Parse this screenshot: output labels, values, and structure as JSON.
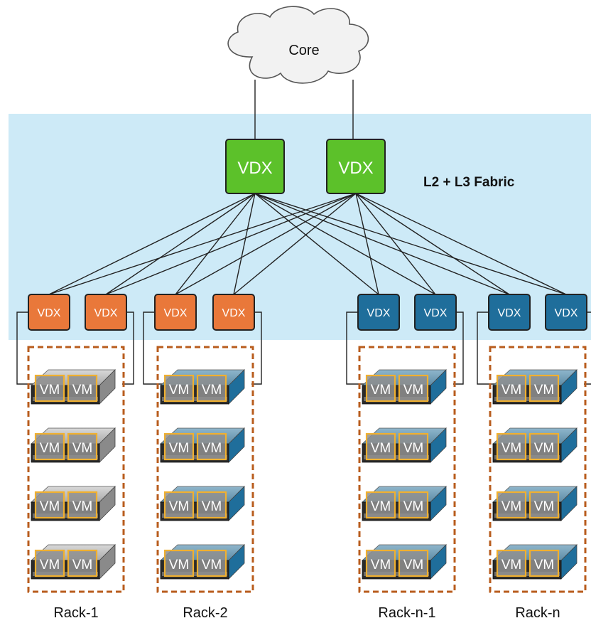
{
  "core": {
    "label": "Core"
  },
  "fabric": {
    "label": "L2 + L3 Fabric"
  },
  "spine": [
    {
      "label": "VDX"
    },
    {
      "label": "VDX"
    }
  ],
  "racks": [
    {
      "name": "Rack-1",
      "leaf_color": "#e9783a",
      "server_color": "gray",
      "leaves": [
        "VDX",
        "VDX"
      ]
    },
    {
      "name": "Rack-2",
      "leaf_color": "#e9783a",
      "server_color": "blue",
      "leaves": [
        "VDX",
        "VDX"
      ]
    },
    {
      "name": "Rack-n-1",
      "leaf_color": "#1f6e9b",
      "server_color": "blue",
      "leaves": [
        "VDX",
        "VDX"
      ]
    },
    {
      "name": "Rack-n",
      "leaf_color": "#1f6e9b",
      "server_color": "blue",
      "leaves": [
        "VDX",
        "VDX"
      ]
    }
  ],
  "vm_label": "VM",
  "servers_per_rack": 4,
  "colors": {
    "spine": "#5cc12a",
    "fabric_band": "#cdeaf7",
    "rack_border": "#b85c1d",
    "vm_border": "#f0b030"
  }
}
